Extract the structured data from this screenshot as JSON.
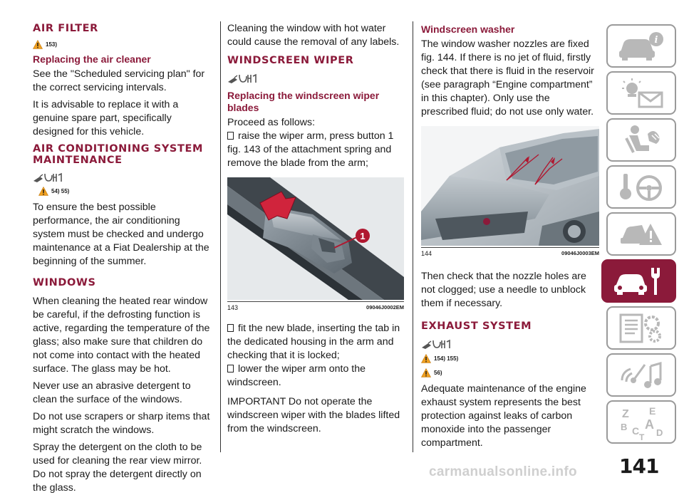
{
  "col1": {
    "air_filter_title": "AIR FILTER",
    "air_filter_warn": "153)",
    "replacing_air_cleaner_title": "Replacing the air cleaner",
    "p1": "See the \"Scheduled servicing plan\" for the correct servicing intervals.",
    "p2": "It is advisable to replace it with a genuine spare part, specifically designed for this vehicle.",
    "ac_title": "AIR CONDITIONING SYSTEM MAINTENANCE",
    "ac_warn": "54) 55)",
    "p3": "To ensure the best possible performance, the air conditioning system must be checked and undergo maintenance at a Fiat Dealership at the beginning of the summer.",
    "windows_title": "WINDOWS",
    "p4": "When cleaning the heated rear window be careful, if the defrosting function is active, regarding the temperature of the glass; also make sure that children do not come into contact with the heated surface. The glass may be hot.",
    "p5": "Never use an abrasive detergent to clean the surface of the windows.",
    "p6": "Do not use scrapers or sharp items that might scratch the windows.",
    "p7": "Spray the detergent on the cloth to be used for cleaning the rear view mirror. Do not spray the detergent directly on the glass."
  },
  "col2": {
    "p1": "Cleaning the window with hot water could cause the removal of any labels.",
    "wiper_title": "WINDSCREEN WIPER",
    "blades_title": "Replacing the windscreen wiper blades",
    "p2": "Proceed as follows:",
    "b1": "raise the wiper arm, press button 1 fig. 143 of the attachment spring and remove the blade from the arm;",
    "fig_num": "143",
    "fig_code": "09046J0002EM",
    "callout": "1",
    "b2": "fit the new blade, inserting the tab in the dedicated housing in the arm and checking that it is locked;",
    "b3": "lower the wiper arm onto the windscreen.",
    "p3": "IMPORTANT Do not operate the windscreen wiper with the blades lifted from the windscreen."
  },
  "col3": {
    "washer_title": "Windscreen washer",
    "p1": "The window washer nozzles are fixed fig. 144. If there is no jet of fluid, firstly check that there is fluid in the reservoir (see paragraph “Engine compartment” in this chapter). Only use the prescribed fluid; do not use only water.",
    "fig_num": "144",
    "fig_code": "09046J0003EM",
    "p2": "Then check that the nozzle holes are not clogged; use a needle to unblock them if necessary.",
    "exhaust_title": "EXHAUST SYSTEM",
    "warn1": "154) 155)",
    "warn2": "56)",
    "p3": "Adequate maintenance of the engine exhaust system represents the best protection against leaks of carbon monoxide into the passenger compartment."
  },
  "page_number": "141",
  "watermark": "carmanualsonline.info",
  "colors": {
    "accent": "#8b1a3a",
    "tab_border": "#9a9a9a",
    "warn": "#f0a020"
  },
  "tabs": [
    {
      "icon": "car-info-icon",
      "active": false
    },
    {
      "icon": "warning-light-envelope-icon",
      "active": false
    },
    {
      "icon": "seat-airbag-icon",
      "active": false
    },
    {
      "icon": "key-steering-wheel-icon",
      "active": false
    },
    {
      "icon": "car-crash-warning-icon",
      "active": false
    },
    {
      "icon": "car-wrench-icon",
      "active": true
    },
    {
      "icon": "list-gear-icon",
      "active": false
    },
    {
      "icon": "antenna-music-icon",
      "active": false
    },
    {
      "icon": "alphabet-index-icon",
      "active": false
    }
  ],
  "index_letters": [
    "Z",
    "E",
    "B",
    "A",
    "C",
    "D",
    "T"
  ]
}
